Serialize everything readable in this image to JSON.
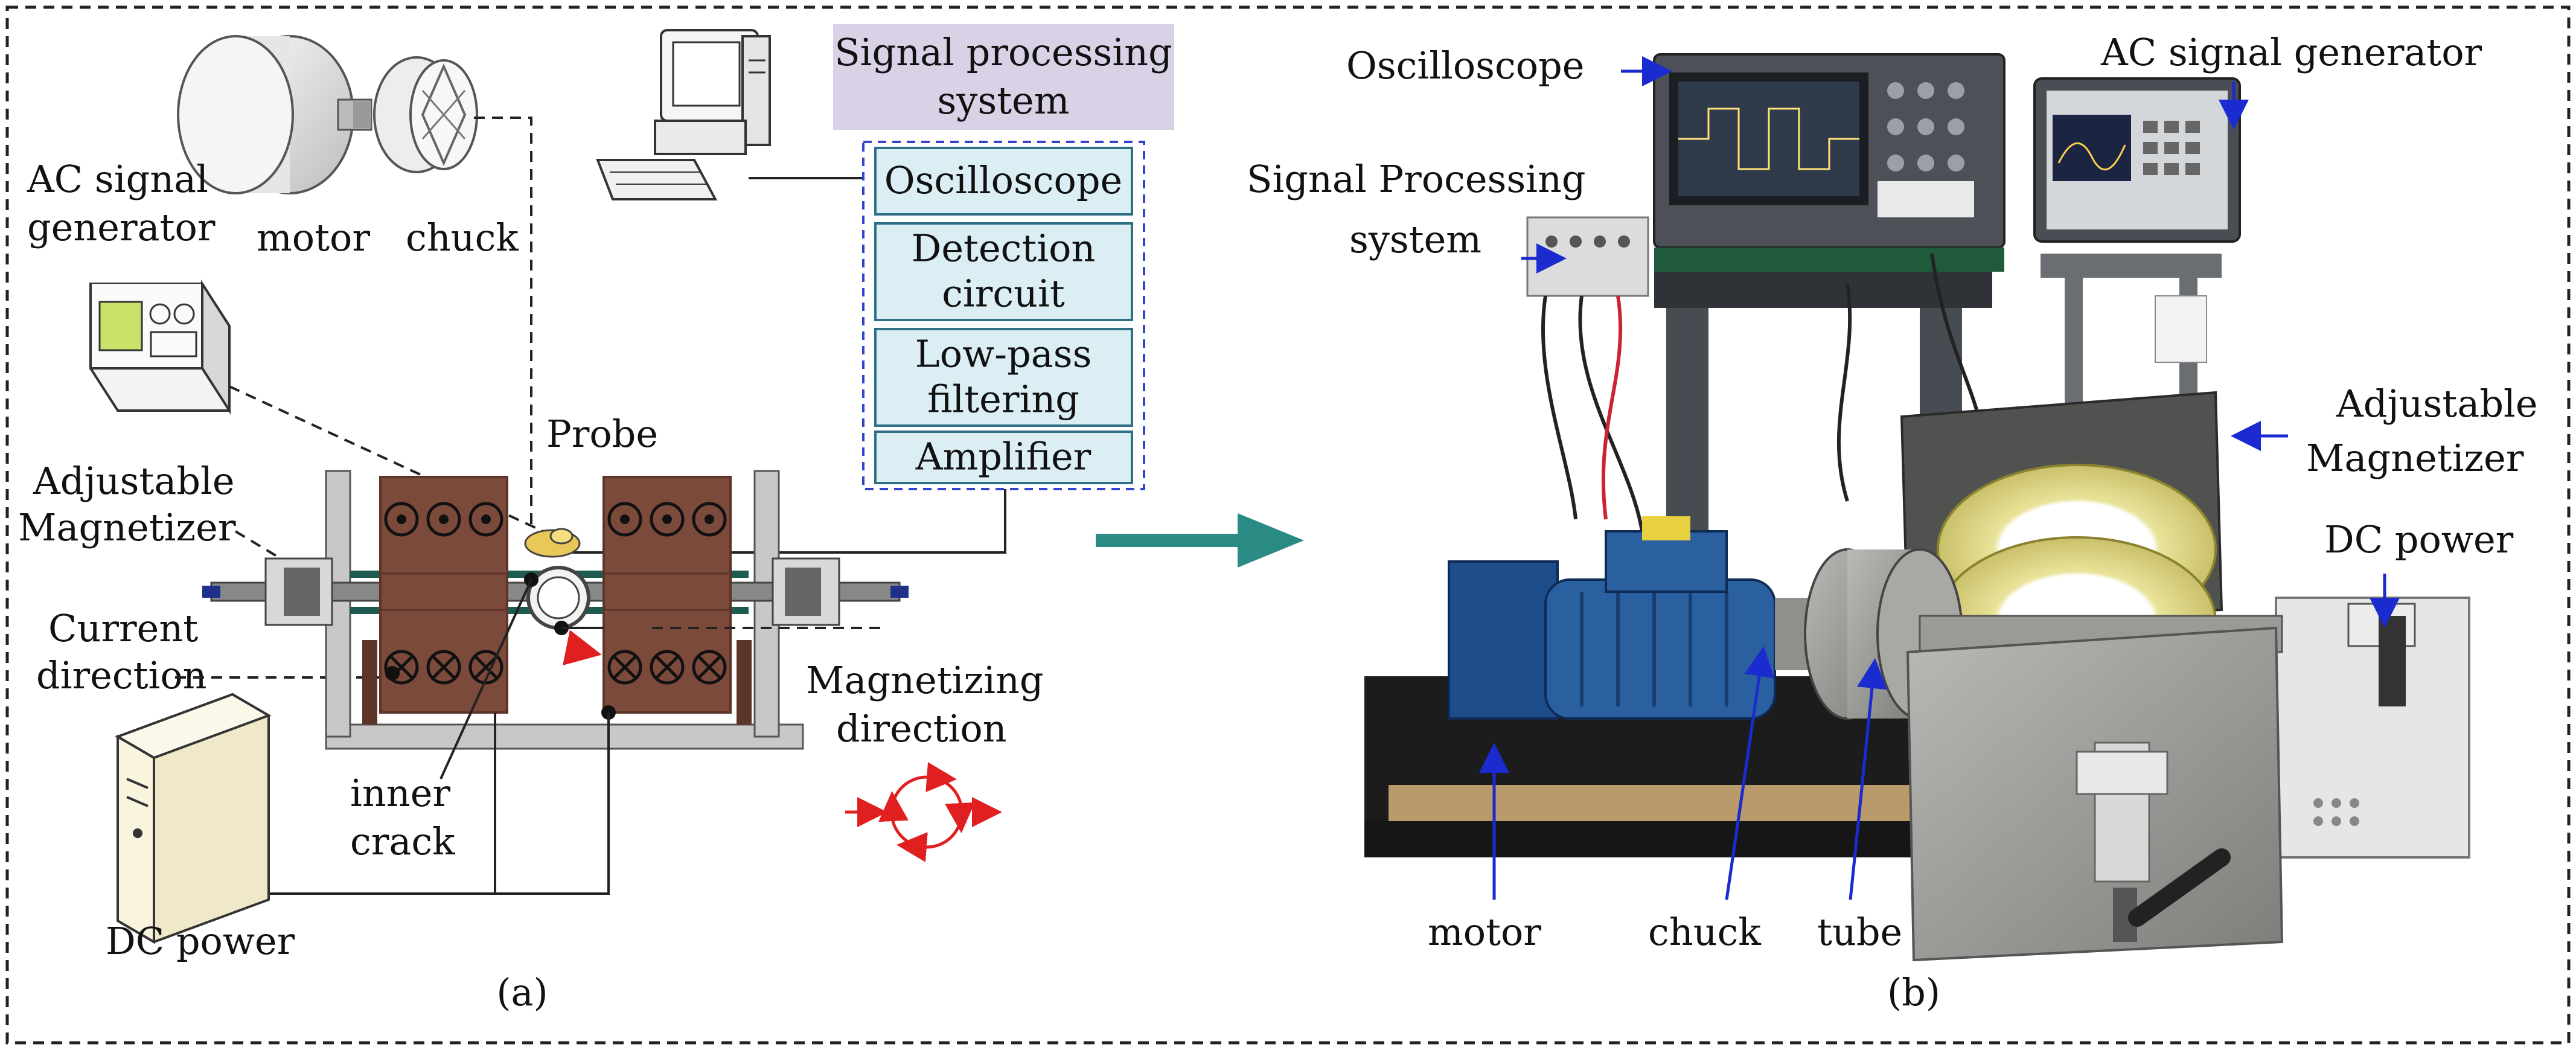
{
  "colors": {
    "coil": "#7b4a3b",
    "coil_dark": "#5c3428",
    "frame": "#c8c8c8",
    "purple_box": "#d9d2e6",
    "module_fill": "#daeef3",
    "module_border": "#2f6f86",
    "dash_blue": "#3344cc",
    "arrow_teal": "#2a8a84",
    "pointer_blue": "#1a2bd0",
    "red": "#e02020"
  },
  "panel_a": {
    "caption": "(a)",
    "labels": {
      "motor": "motor",
      "chuck": "chuck",
      "ac_gen_line1": "AC signal",
      "ac_gen_line2": "generator",
      "adj_mag_line1": "Adjustable",
      "adj_mag_line2": "Magnetizer",
      "current_dir_line1": "Current",
      "current_dir_line2": "direction",
      "probe": "Probe",
      "inner_crack_line1": "inner",
      "inner_crack_line2": "crack",
      "dc_power": "DC power",
      "mag_dir_line1": "Magnetizing",
      "mag_dir_line2": "direction"
    },
    "signal_system": {
      "title_line1": "Signal processing",
      "title_line2": "system",
      "modules": [
        [
          "Oscilloscope"
        ],
        [
          "Detection",
          "circuit"
        ],
        [
          "Low-pass",
          "filtering"
        ],
        [
          "Amplifier"
        ]
      ]
    },
    "icons": [
      "motor-icon",
      "chuck-icon",
      "computer-icon",
      "signal-generator-icon",
      "dc-power-icon"
    ]
  },
  "panel_b": {
    "caption": "(b)",
    "labels": {
      "oscilloscope": "Oscilloscope",
      "ac_gen": "AC signal generator",
      "sps_line1": "Signal Processing",
      "sps_line2": "system",
      "adj_mag_line1": "Adjustable",
      "adj_mag_line2": "Magnetizer",
      "dc_power": "DC power",
      "motor": "motor",
      "chuck": "chuck",
      "tube": "tube"
    }
  }
}
